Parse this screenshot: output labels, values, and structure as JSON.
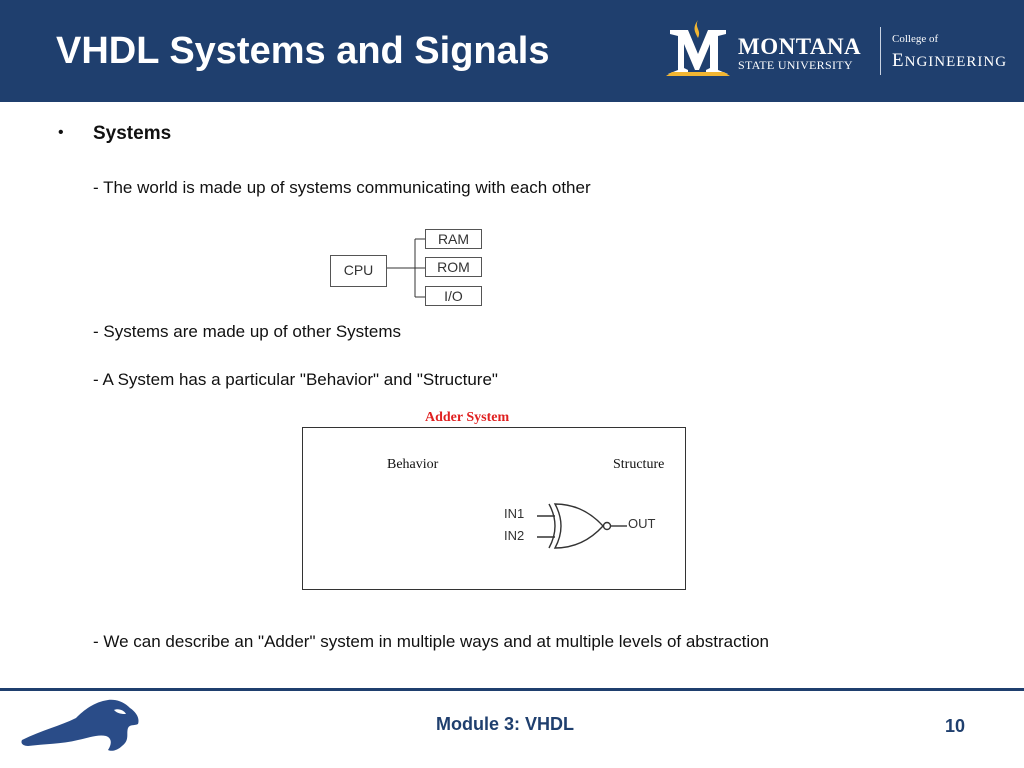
{
  "slide": {
    "title": "VHDL Systems and Signals",
    "bullet_symbol": "•",
    "heading": "Systems",
    "lines": [
      "- The world is made up of systems communicating with each other",
      "- Systems are made up of other Systems",
      "- A System has a particular \"Behavior\" and \"Structure\"",
      "- We can describe an \"Adder\" system in multiple ways and at multiple levels of abstraction"
    ]
  },
  "logo": {
    "univ_line1": "MONTANA",
    "univ_line2": "STATE UNIVERSITY",
    "college_line1": "College of",
    "college_line2_initial": "E",
    "college_line2_rest": "NGINEERING"
  },
  "cpu_diagram": {
    "cpu": "CPU",
    "ram": "RAM",
    "rom": "ROM",
    "io": "I/O"
  },
  "adder_diagram": {
    "title": "Adder System",
    "behavior": "Behavior",
    "structure": "Structure",
    "in1": "IN1",
    "in2": "IN2",
    "out": "OUT"
  },
  "footer": {
    "module": "Module 3: VHDL",
    "page": "10"
  },
  "colors": {
    "header_bg": "#1f3f6e",
    "gold": "#f2b632",
    "adder_title": "#e02020"
  }
}
